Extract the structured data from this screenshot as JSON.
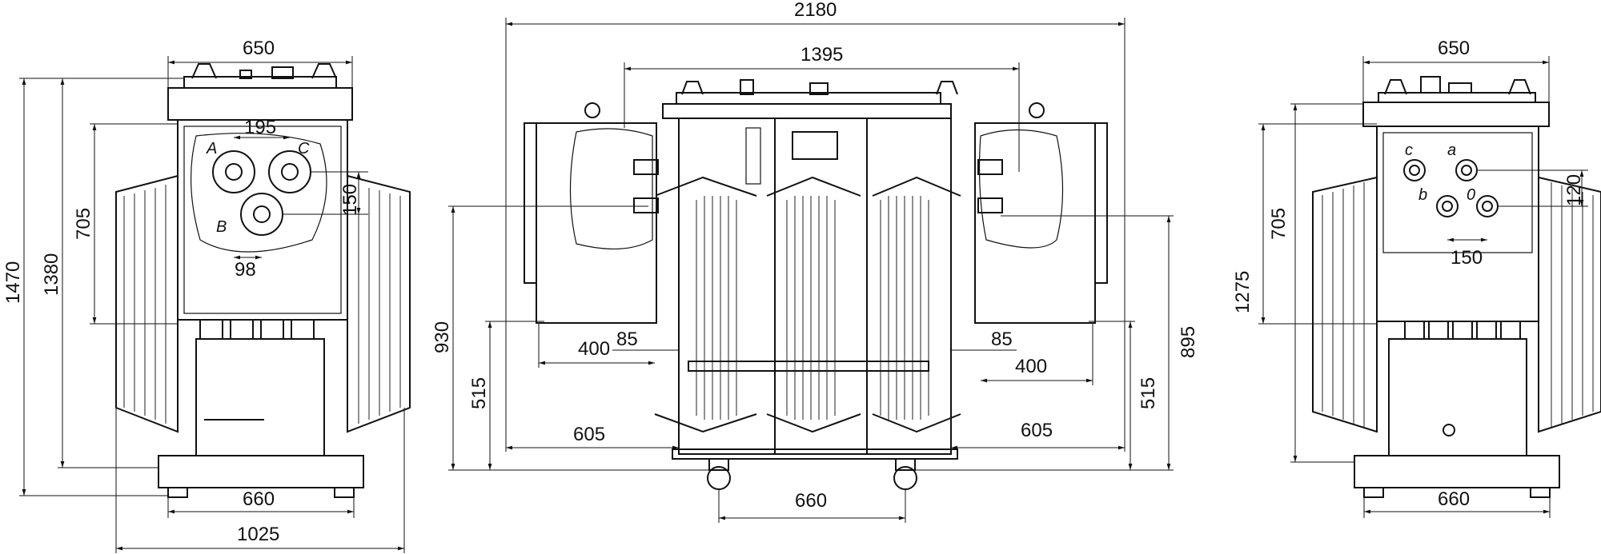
{
  "views": {
    "left": {
      "dims": {
        "width_top": "650",
        "height_total": "1470",
        "height_1380": "1380",
        "height_705": "705",
        "bushing_spacing": "195",
        "bushing_vertical": "150",
        "bushing_low": "98",
        "wheel_track": "660",
        "base_width": "1025"
      },
      "bushing_labels": [
        "A",
        "C",
        "B"
      ]
    },
    "front": {
      "dims": {
        "overall_length": "2180",
        "tank_length": "1395",
        "box_offset_left": "85",
        "box_offset_right": "85",
        "box_depth_left": "400",
        "box_depth_right": "400",
        "height_930": "930",
        "height_895": "895",
        "height_515_left": "515",
        "height_515_right": "515",
        "offset_605_left": "605",
        "offset_605_right": "605",
        "wheel_track": "660"
      }
    },
    "right": {
      "dims": {
        "width_top": "650",
        "height_1275": "1275",
        "height_705": "705",
        "bushing_vertical": "120",
        "bushing_spacing": "150",
        "wheel_track": "660"
      },
      "bushing_labels": [
        "c",
        "a",
        "b",
        "0"
      ]
    }
  }
}
